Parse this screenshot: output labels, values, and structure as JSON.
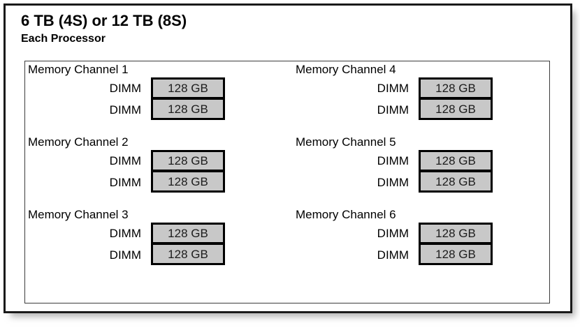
{
  "card": {
    "title": "6 TB (4S) or 12 TB (8S)",
    "subtitle": "Each Processor"
  },
  "colors": {
    "frame_border": "#1a1a1a",
    "panel_border": "#3c3c3c",
    "dimm_fill": "#c8c8c8",
    "dimm_border": "#000000",
    "background": "#ffffff",
    "text": "#000000"
  },
  "columns": [
    {
      "channels": [
        {
          "label": "Memory Channel 1",
          "slots": [
            {
              "label": "DIMM",
              "capacity": "128 GB"
            },
            {
              "label": "DIMM",
              "capacity": "128 GB"
            }
          ]
        },
        {
          "label": "Memory Channel 2",
          "slots": [
            {
              "label": "DIMM",
              "capacity": "128 GB"
            },
            {
              "label": "DIMM",
              "capacity": "128 GB"
            }
          ]
        },
        {
          "label": "Memory Channel 3",
          "slots": [
            {
              "label": "DIMM",
              "capacity": "128 GB"
            },
            {
              "label": "DIMM",
              "capacity": "128 GB"
            }
          ]
        }
      ]
    },
    {
      "channels": [
        {
          "label": "Memory Channel 4",
          "slots": [
            {
              "label": "DIMM",
              "capacity": "128 GB"
            },
            {
              "label": "DIMM",
              "capacity": "128 GB"
            }
          ]
        },
        {
          "label": "Memory Channel 5",
          "slots": [
            {
              "label": "DIMM",
              "capacity": "128 GB"
            },
            {
              "label": "DIMM",
              "capacity": "128 GB"
            }
          ]
        },
        {
          "label": "Memory Channel 6",
          "slots": [
            {
              "label": "DIMM",
              "capacity": "128 GB"
            },
            {
              "label": "DIMM",
              "capacity": "128 GB"
            }
          ]
        }
      ]
    }
  ]
}
